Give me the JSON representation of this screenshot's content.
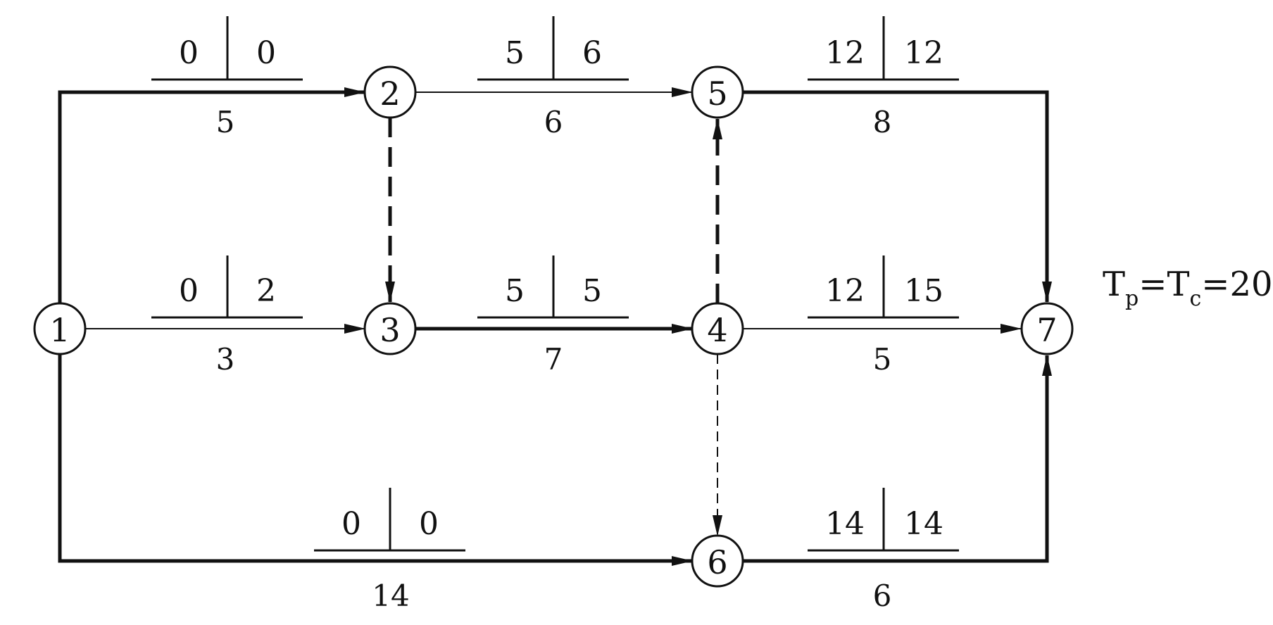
{
  "nodes": [
    {
      "id": "1",
      "label": "1"
    },
    {
      "id": "2",
      "label": "2"
    },
    {
      "id": "3",
      "label": "3"
    },
    {
      "id": "4",
      "label": "4"
    },
    {
      "id": "5",
      "label": "5"
    },
    {
      "id": "6",
      "label": "6"
    },
    {
      "id": "7",
      "label": "7"
    }
  ],
  "activities": [
    {
      "from": "1",
      "to": "2",
      "duration": "5",
      "left": "0",
      "right": "0",
      "critical": true
    },
    {
      "from": "2",
      "to": "5",
      "duration": "6",
      "left": "5",
      "right": "6",
      "critical": false
    },
    {
      "from": "5",
      "to": "7",
      "duration": "8",
      "left": "12",
      "right": "12",
      "critical": true
    },
    {
      "from": "1",
      "to": "3",
      "duration": "3",
      "left": "0",
      "right": "2",
      "critical": false
    },
    {
      "from": "3",
      "to": "4",
      "duration": "7",
      "left": "5",
      "right": "5",
      "critical": true
    },
    {
      "from": "4",
      "to": "7",
      "duration": "5",
      "left": "12",
      "right": "15",
      "critical": false
    },
    {
      "from": "1",
      "to": "6",
      "duration": "14",
      "left": "0",
      "right": "0",
      "critical": true
    },
    {
      "from": "6",
      "to": "7",
      "duration": "6",
      "left": "14",
      "right": "14",
      "critical": true
    }
  ],
  "dummies": [
    {
      "from": "2",
      "to": "3",
      "critical": true
    },
    {
      "from": "4",
      "to": "5",
      "critical": true
    },
    {
      "from": "4",
      "to": "6",
      "critical": false
    }
  ],
  "project_time": {
    "t1": "T",
    "sub1": "p",
    "eq1": "=",
    "t2": "T",
    "sub2": "c",
    "eq2": "=",
    "value": "20"
  }
}
